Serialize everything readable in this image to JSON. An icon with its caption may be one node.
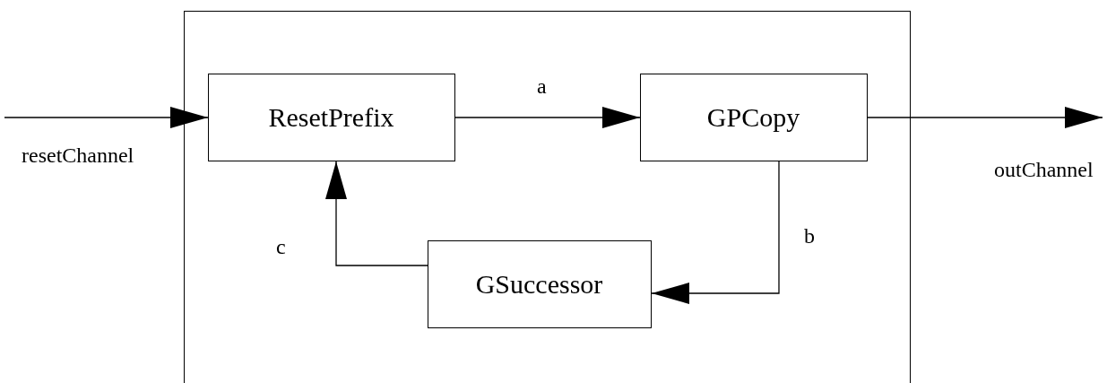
{
  "diagram": {
    "nodes": [
      {
        "text": [],
        "shape": "box"
      },
      {
        "text": [
          "ResetPrefix"
        ],
        "in": 0
      },
      {
        "text": [
          "GPCopy"
        ],
        "in": 0
      },
      {
        "text": [
          "GSuccessor"
        ],
        "in": 0
      }
    ],
    "edges": [
      {
        "from": null,
        "to": 1,
        "label": "resetChannel",
        "arrow": "to"
      },
      {
        "from": 1,
        "to": 2,
        "label": "a",
        "arrow": "to"
      },
      {
        "from": 2,
        "to": 3,
        "label": "b",
        "arrow": "to"
      },
      {
        "from": 3,
        "to": 1,
        "label": "c",
        "arrow": "to"
      },
      {
        "from": 2,
        "to": null,
        "label": "outChannel",
        "arrow": "to"
      }
    ]
  }
}
